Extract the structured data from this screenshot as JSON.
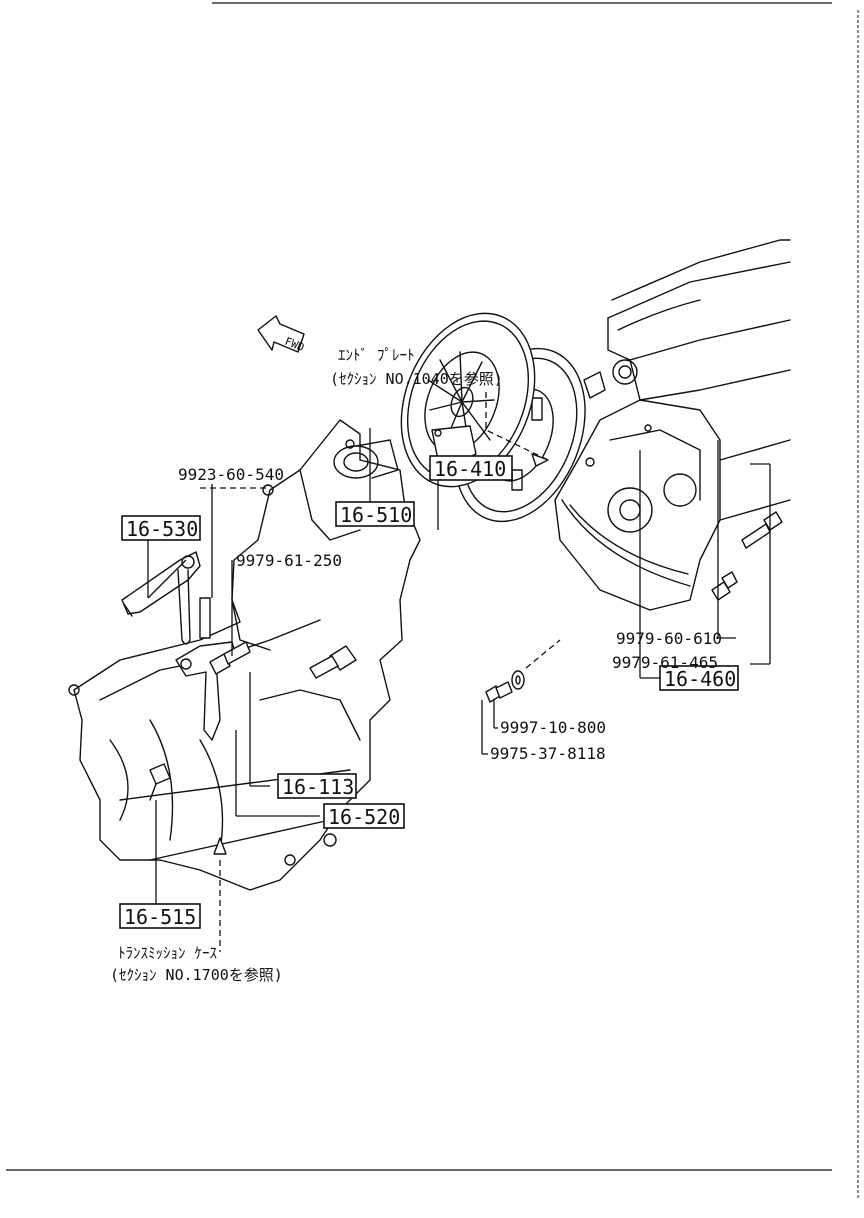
{
  "diagram": {
    "fwd_label": "FWD",
    "notes": {
      "end_plate_name": "ｴﾝﾄﾞ ﾌﾟﾚｰﾄ",
      "end_plate_ref": "(ｾｸｼｮﾝ NO.1040を参照)",
      "trans_case_name": "ﾄﾗﾝｽﾐｯｼｮﾝ ｹｰｽ",
      "trans_case_ref": "(ｾｸｼｮﾝ NO.1700を参照)"
    },
    "part_labels": [
      {
        "id": "16-410",
        "text": "16-410"
      },
      {
        "id": "16-510",
        "text": "16-510"
      },
      {
        "id": "16-530",
        "text": "16-530"
      },
      {
        "id": "16-460",
        "text": "16-460"
      },
      {
        "id": "16-113",
        "text": "16-113"
      },
      {
        "id": "16-520",
        "text": "16-520"
      },
      {
        "id": "16-515",
        "text": "16-515"
      }
    ],
    "standard_parts": [
      {
        "id": "9923-60-540",
        "text": "9923-60-540"
      },
      {
        "id": "9979-61-250",
        "text": "9979-61-250"
      },
      {
        "id": "9979-60-610",
        "text": "9979-60-610"
      },
      {
        "id": "9979-61-465",
        "text": "9979-61-465"
      },
      {
        "id": "9997-10-800",
        "text": "9997-10-800"
      },
      {
        "id": "9975-37-8118",
        "text": "9975-37-8118"
      }
    ]
  }
}
